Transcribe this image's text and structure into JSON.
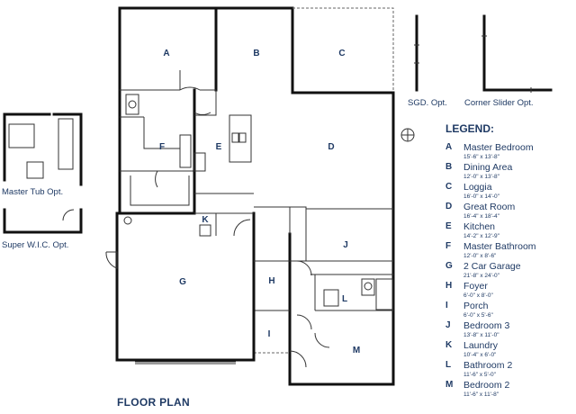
{
  "rooms": {
    "A": "A",
    "B": "B",
    "C": "C",
    "D": "D",
    "E": "E",
    "F": "F",
    "G": "G",
    "H": "H",
    "I": "I",
    "J": "J",
    "K": "K",
    "L": "L",
    "M": "M"
  },
  "options": {
    "master_tub": "Master Tub Opt.",
    "super_wic": "Super W.I.C. Opt.",
    "sgd": "SGD. Opt.",
    "corner_slider": "Corner Slider Opt."
  },
  "title": "FLOOR PLAN",
  "legend": {
    "title": "LEGEND:",
    "items": [
      {
        "letter": "A",
        "name": "Master Bedroom",
        "dims": "15'-6\" x 13'-8\""
      },
      {
        "letter": "B",
        "name": "Dining Area",
        "dims": "12'-0\" x 13'-8\""
      },
      {
        "letter": "C",
        "name": "Loggia",
        "dims": "16'-0\" x 14'-0\""
      },
      {
        "letter": "D",
        "name": "Great Room",
        "dims": "16'-4\" x 18'-4\""
      },
      {
        "letter": "E",
        "name": "Kitchen",
        "dims": "14'-2\" x 12'-9\""
      },
      {
        "letter": "F",
        "name": "Master Bathroom",
        "dims": "12'-0\" x 8'-6\""
      },
      {
        "letter": "G",
        "name": "2 Car Garage",
        "dims": "21'-8\" x 24'-0\""
      },
      {
        "letter": "H",
        "name": "Foyer",
        "dims": "6'-0\" x 8'-0\""
      },
      {
        "letter": "I",
        "name": "Porch",
        "dims": "6'-0\" x 5'-6\""
      },
      {
        "letter": "J",
        "name": "Bedroom 3",
        "dims": "13'-8\" x 11'-0\""
      },
      {
        "letter": "K",
        "name": "Laundry",
        "dims": "10'-4\" x 6'-0\""
      },
      {
        "letter": "L",
        "name": "Bathroom 2",
        "dims": "11'-6\" x 5'-0\""
      },
      {
        "letter": "M",
        "name": "Bedroom 2",
        "dims": "11'-6\" x 11'-8\""
      }
    ]
  }
}
